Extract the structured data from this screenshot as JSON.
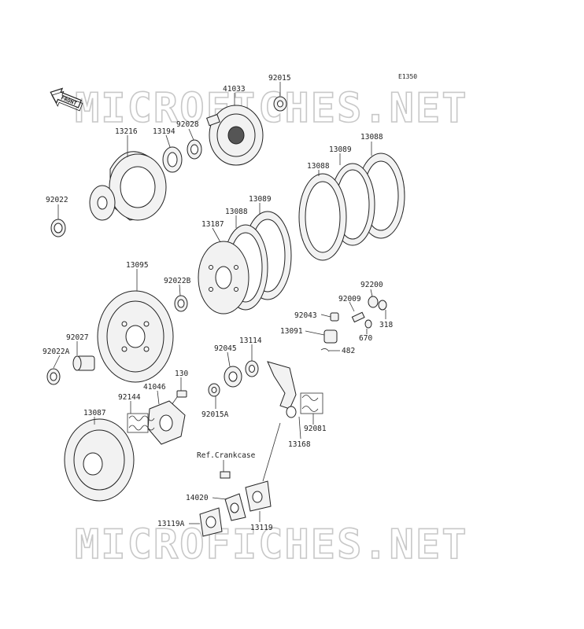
{
  "diagram_code": "E1350",
  "front_arrow_label": "FRONT",
  "watermark": "MICROFICHES.NET",
  "ref_note": "Ref.Crankcase",
  "parts": {
    "p92015": "92015",
    "p41033": "41033",
    "p13216": "13216",
    "p13194": "13194",
    "p92028": "92028",
    "p13088_top": "13088",
    "p13089_top": "13089",
    "p13088_mid": "13088",
    "p13089_mid": "13089",
    "p13088_low": "13088",
    "p13187": "13187",
    "p92022": "92022",
    "p13095": "13095",
    "p92022B": "92022B",
    "p92200": "92200",
    "p92009": "92009",
    "p92043": "92043",
    "p318": "318",
    "p13091": "13091",
    "p670": "670",
    "p482": "482",
    "p92027": "92027",
    "p92022A": "92022A",
    "p92045": "92045",
    "p13114": "13114",
    "p130": "130",
    "p41046": "41046",
    "p13087": "13087",
    "p92144": "92144",
    "p92015A": "92015A",
    "p92081": "92081",
    "p13168": "13168",
    "p14020": "14020",
    "p13119A": "13119A",
    "p13119": "13119"
  }
}
